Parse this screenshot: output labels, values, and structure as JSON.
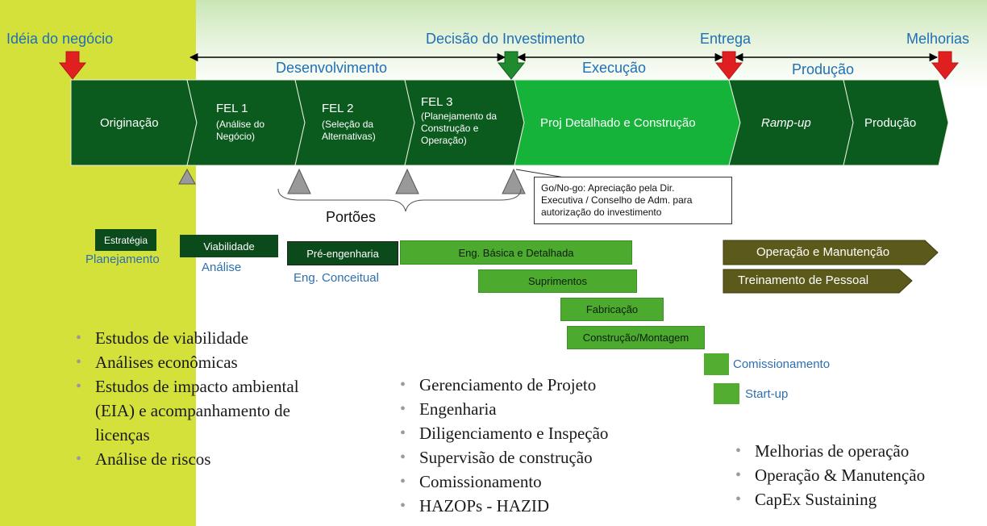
{
  "milestones": {
    "idea": "Idéia do negócio",
    "decision": "Decisão do Investimento",
    "delivery": "Entrega",
    "improvements": "Melhorias"
  },
  "phases": {
    "development": "Desenvolvimento",
    "execution": "Execução",
    "production": "Produção"
  },
  "stages": [
    {
      "title": "Originação"
    },
    {
      "title": "FEL 1",
      "sub": "(Análise do\nNegócio)"
    },
    {
      "title": "FEL 2",
      "sub": "(Seleção da\nAlternativas)"
    },
    {
      "title": "FEL 3",
      "sub": "(Planejamento da\nConstrução e\nOperação)"
    },
    {
      "title": "Proj Detalhado e Construção"
    },
    {
      "title": "Ramp-up"
    },
    {
      "title": "Produção"
    }
  ],
  "gates_label": "Portões",
  "callout": "Go/No-go: Apreciação pela Dir.\nExecutiva / Conselho de Adm. para\nautorização do investimento",
  "activities": {
    "estrategia": "Estratégia",
    "planejamento": "Planejamento",
    "viabilidade": "Viabilidade",
    "analise": "Análise",
    "pre_eng": "Pré-engenharia",
    "eng_conceitual": "Eng. Conceitual",
    "eng_basica": "Eng. Básica e Detalhada",
    "suprimentos": "Suprimentos",
    "fabricacao": "Fabricação",
    "construcao": "Construção/Montagem",
    "comissionamento": "Comissionamento",
    "startup": "Start-up",
    "operacao": "Operação e Manutenção",
    "treinamento": "Treinamento de Pessoal"
  },
  "lists": {
    "left": [
      "Estudos de viabilidade",
      "Análises econômicas",
      "Estudos de impacto ambiental (EIA) e acompanhamento de licenças",
      "Análise de riscos"
    ],
    "middle": [
      "Gerenciamento de Projeto",
      "Engenharia",
      "Diligenciamento e Inspeção",
      "Supervisão de construção",
      "Comissionamento",
      "HAZOPs - HAZID"
    ],
    "right": [
      "Melhorias de operação",
      "Operação & Manutenção",
      "CapEx Sustaining"
    ]
  },
  "colors": {
    "left_panel": "#d3e13a",
    "dark_green": "#0b5a1e",
    "bright_green": "#16b33a",
    "olive": "#5c5a1a",
    "red_arrow": "#e02020",
    "blue_text": "#1f6fb5"
  }
}
